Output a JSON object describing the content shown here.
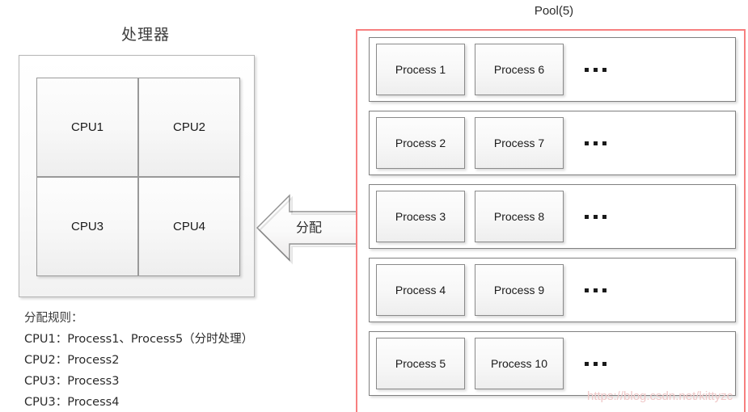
{
  "processor": {
    "title": "处理器",
    "cpus": [
      {
        "label": "CPU1"
      },
      {
        "label": "CPU2"
      },
      {
        "label": "CPU3"
      },
      {
        "label": "CPU4"
      }
    ]
  },
  "arrow": {
    "label": "分配",
    "direction": "left"
  },
  "pool": {
    "title": "Pool(5)",
    "border_color": "#f77f7f",
    "rows": [
      {
        "boxes": [
          "Process 1",
          "Process 6"
        ],
        "ellipsis": "..."
      },
      {
        "boxes": [
          "Process 2",
          "Process 7"
        ],
        "ellipsis": "..."
      },
      {
        "boxes": [
          "Process 3",
          "Process 8"
        ],
        "ellipsis": "..."
      },
      {
        "boxes": [
          "Process 4",
          "Process 9"
        ],
        "ellipsis": "..."
      },
      {
        "boxes": [
          "Process 5",
          "Process 10"
        ],
        "ellipsis": "..."
      }
    ]
  },
  "rules": {
    "heading": "分配规则：",
    "lines": [
      "CPU1：Process1、Process5（分时处理）",
      "CPU2：Process2",
      "CPU3：Process3",
      "CPU3：Process4"
    ]
  },
  "watermark": {
    "text": "https://blog.csdn.net/kittyzc"
  }
}
